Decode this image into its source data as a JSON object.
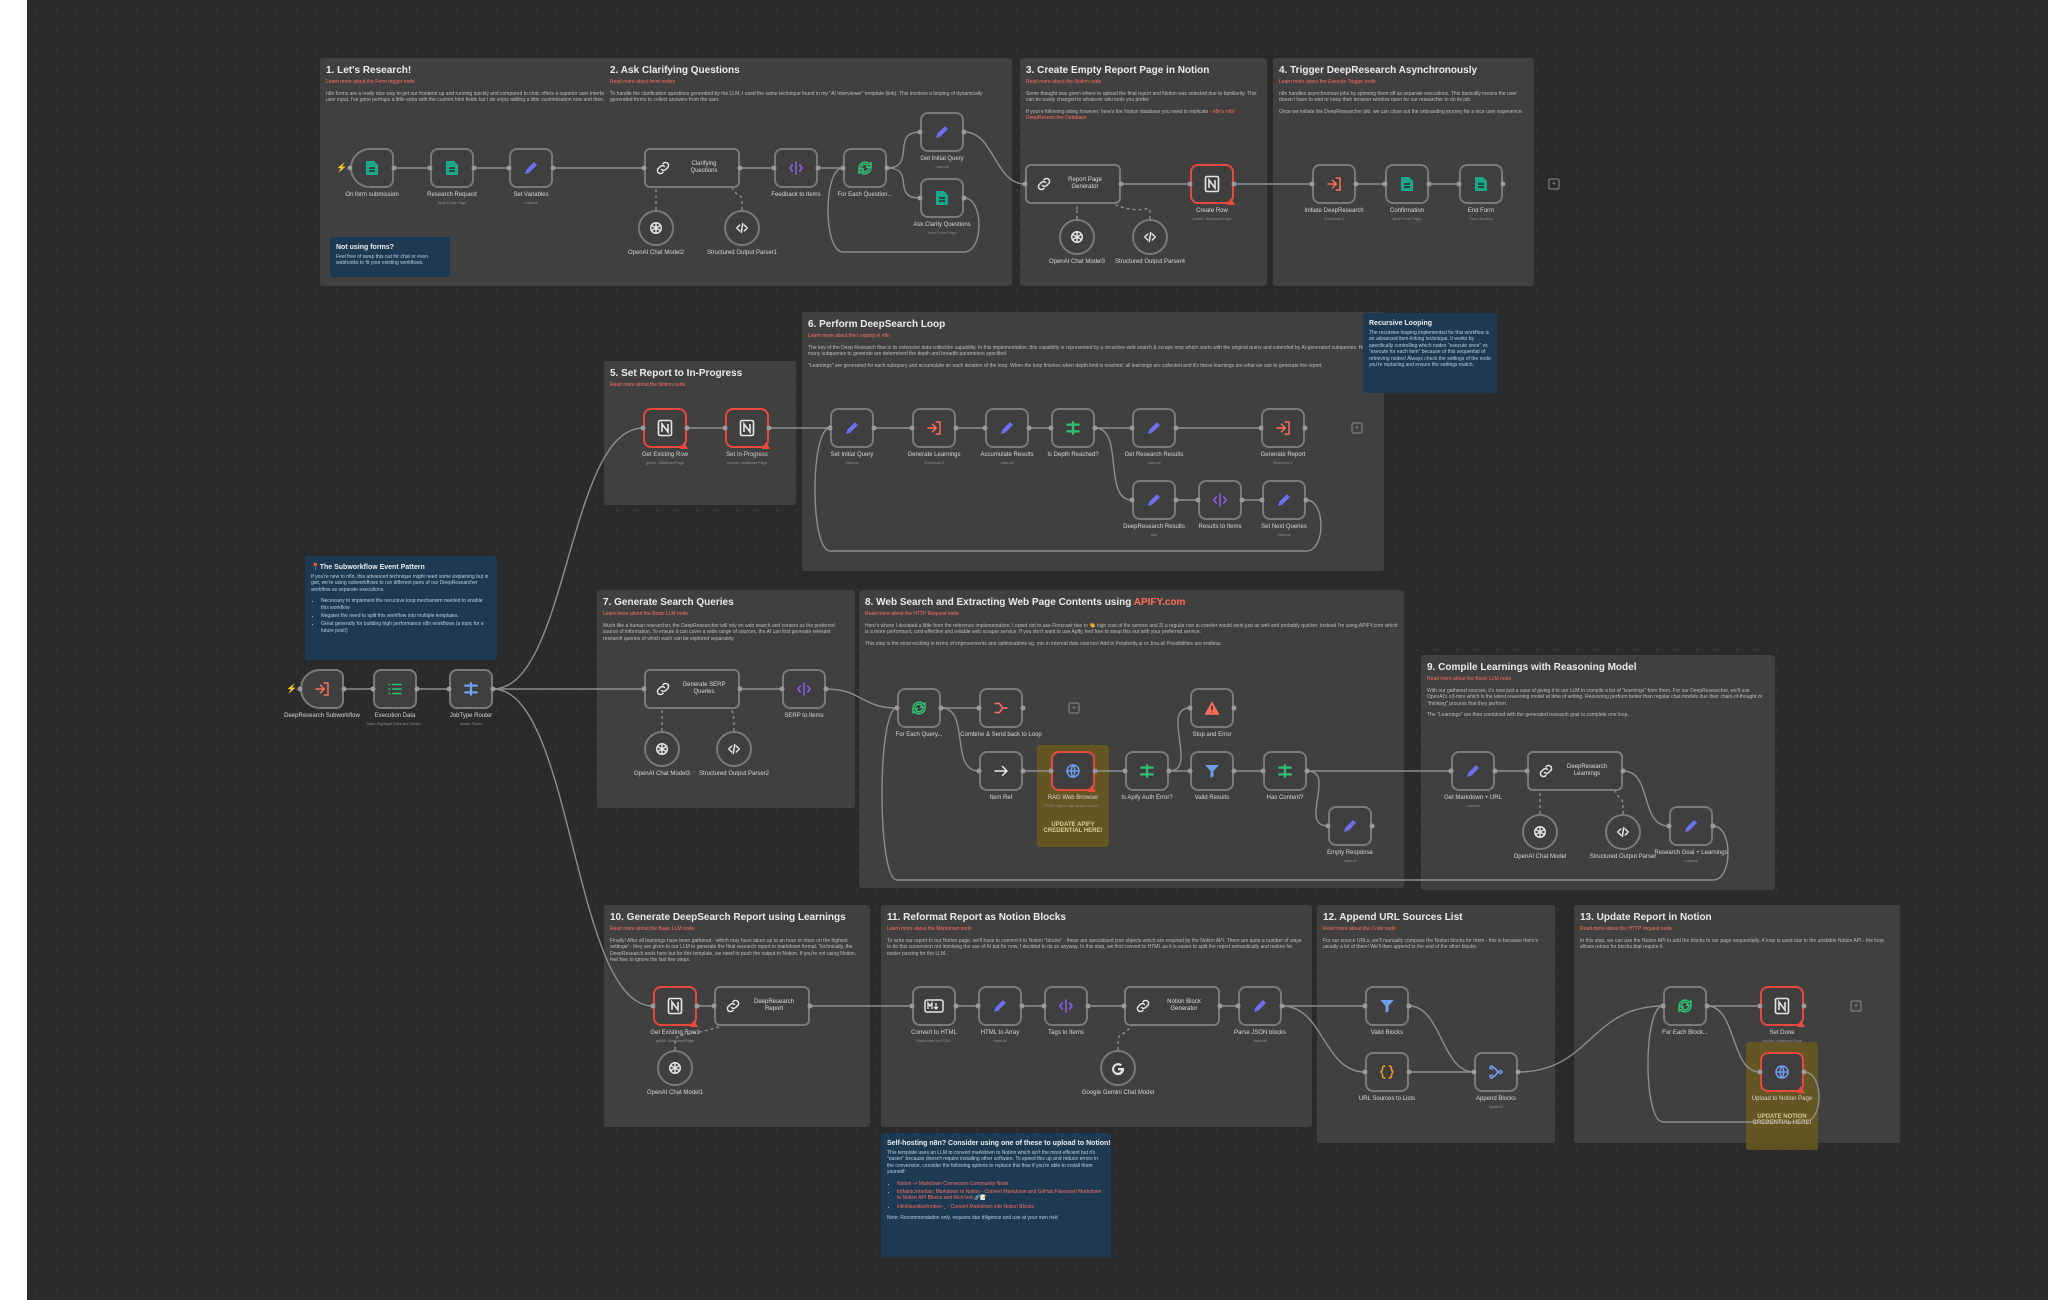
{
  "stickies": {
    "s1": {
      "title": "1. Let's Research!",
      "link": "Learn more about the Form trigger node",
      "body": "n8n forms are a really nice way to get our frontend up and running quickly and compared to chat, offers a superior user interface for user input. I've gone perhaps a little extra with the custom html fields but I do enjoy adding a little customisation now and then."
    },
    "s_forms": {
      "title": "Not using forms?",
      "body": "Feel free of swap this out for chat or even webhooks to fit your existing workflows."
    },
    "s2": {
      "title": "2. Ask Clarifying Questions",
      "link": "Read more about form nodes",
      "body": "To handle the clarification questions generated by the LLM, I used the same technique found in my \"AI Interviewer\" template (link). This involves a looping of dynamically generated forms to collect answers from the user."
    },
    "s3": {
      "title": "3. Create Empty Report Page in Notion",
      "link": "Read more about the Notion node",
      "body": "Some thought was given where to upload the final report and Notion was selected due to familiarity. This can be easily changed to whatever wiki tools you prefer.",
      "body2": "If you're following along however, here's the Notion database you need to replicate - ",
      "body2_link": "n8n's n8n DeepResearcher Database"
    },
    "s4": {
      "title": "4. Trigger DeepResearch Asynchronously",
      "link": "Learn more about the Execute Trigger node",
      "body": "n8n handles asynchronous jobs by spinning them off as separate executions. This basically means the user doesn't have to wait or keep their browser window open for our researcher to do its job.",
      "body2": "Once we initiate the DeepResearcher job, we can close out the onboarding journey for a nice user experience."
    },
    "s5": {
      "title": "5. Set Report to In-Progress",
      "link": "Read more about the Notion node",
      "body": ""
    },
    "s6": {
      "title": "6. Perform DeepSearch Loop",
      "link": "Learn more about the Looping in n8n",
      "body": "The key of the Deep Research flow is its extensive data collection capability. In this implementation, this capability is represented by a recursive web search & scrape loop which starts with the original query and extended by AI-generated subqueries. How many subqueries to generate are determined the depth and breadth parameters specified.",
      "body2": "\"Learnings\" are generated for each subquery and accumulate on each iteration of the loop. When the loop finishes when depth limit is reached, all learnings are collected and it's these learnings are what we use to generate the report."
    },
    "s_rec": {
      "title": "Recursive Looping",
      "body": "The recursive looping implemented for this workflow is an advanced item-linking technique. It works by specifically controlling which nodes \"execute once\" vs \"execute for each item\" because of this sequential of retrieving nodes! Always check the settings of the node you're replacing and ensure the settings match."
    },
    "s_sub": {
      "title": "📍The Subworkflow Event Pattern",
      "body": "If you're new to n8n, this advanced technique might need some explaining but in gist, we're using subworkflows to run different parts of our DeepResearcher workflow as separate executions.",
      "bullets": [
        "Necessary to implement the recursive loop mechanism needed to enable this workflow",
        "Negates the need to split this workflow into multiple templates.",
        "Great generally for building high performance n8n workflows (a topic for a future post!)"
      ]
    },
    "s7": {
      "title": "7. Generate Search Queries",
      "link": "Learn more about the Basic LLM node",
      "body": "Much like a human researcher, the DeepResearcher will rely on web search and content as the preferred source of information. To ensure it can cover a wide range of sources, the AI can first generate relevant research queries of which each can be explored separately."
    },
    "s8": {
      "title_pre": "8. Web Search and Extracting Web Page Contents using ",
      "title_link": "APIFY.com",
      "link": "Read more about the HTTP Request node",
      "body": "Here's where I deviated a little from the reference implementation. I opted not to use Firecrawl due to 🤏 high cost of the service and 2) a regular non ai-crawler would work just as well and probably quicker. Instead I'm using APIFY.com which is a more performant, cost-effective and reliable web scraper service. If you don't want to use Apify, feel free to swap this out with your preferred service.",
      "body2": "This step is the most exciting in terms of improvements and optimisations eg. mix in internal data sources! Add in Perplexity.ai or Jina.ai! Possibilities are endless."
    },
    "s9": {
      "title": "9. Compile Learnings with Reasoning Model",
      "link": "Read more about the Basic LLM node",
      "body": "With our gathered sources, it's now just a case of giving it to our LLM to compile a list of \"learnings\" from them. For our DeepResearcher, we'll use OpenAI's o3-mini which is the latest reasoning model at time of writing. Reasoning perform better than regular chat models due their chain-of-thought or \"thinking\" process that they perform.",
      "body2": "The \"Learnings\" are then combined with the generated research goal to complete one loop."
    },
    "s10": {
      "title": "10. Generate DeepSearch Report using Learnings",
      "link": "Read more about the Basic LLM node",
      "body": "Finally! After all learnings have been gathered - which may have taken up to an hour or more on the highest settings! - they are given to our LLM to generate the final research report in markdown format. Technically, the DeepResearch ends here but for this template, we need to push the output to Notion. If you're not using Notion, feel free to ignore the last few steps."
    },
    "s11": {
      "title": "11. Reformat Report as Notion Blocks",
      "link": "Learn more about the Markdown node",
      "body": "To write our report to our Notion page, we'll have to convert it to Notion \"blocks\" - these are specialised json objects which are required by the Notion API. There are quite a number of ways to do this conversion not involving the use of AI but for now, I decided to do so anyway. In this step, we first convert to HTML as it is easier to split the report semantically and makes for easier parsing for the LLM."
    },
    "s12": {
      "title": "12. Append URL Sources List",
      "link": "Read more about the Code node",
      "body": "For our source URLs, we'll manually compose the Notion blocks for them - this is because there's usually a lot of them! We'll then append to the end of the other blocks."
    },
    "s13": {
      "title": "13. Update Report in Notion",
      "link": "Read more about the HTTP request node",
      "body": "In this step, we can use the Notion API to add the blocks to our page sequentially. A loop is used due to the unstable Notion API - the loop allows retries for blocks that require it."
    },
    "s_self": {
      "title": "Self-hosting n8n? Consider using one of these to upload to Notion!",
      "body": "This template uses an LLM to convert markdown to Notion which isn't the most efficient but it's \"easier\" because doesn't require installing other software. To speed this up and reduce errors in the conversion, consider the following options to replace this flow if you're able to install them yourself:",
      "bullets": [
        "Notion -> Markdown Conversion Community Node",
        "tryfabric/martian: Markdown to Notion - Convert Markdown and GitHub Flavoured Markdown to Notion API Blocks and RichText 🔗📝",
        "infinitisanitize/notion-_ - Convert Markdown into Notion Blocks"
      ],
      "note": "Note: Recommendation only, requires due diligence and use at your own risk!"
    }
  },
  "highlights": {
    "h1": "UPDATE APIFY CREDENTIAL HERE!",
    "h2": "UPDATE NOTION CREDENTIAL HERE!"
  },
  "nodes": [
    {
      "id": "n_form",
      "label": "On form submission",
      "sub": "",
      "icon": "form",
      "color": "#19a589",
      "type": "trigger"
    },
    {
      "id": "n_rr",
      "label": "Research Request",
      "sub": "Next Form Page",
      "icon": "form",
      "color": "#19a589"
    },
    {
      "id": "n_sv",
      "label": "Set Variables",
      "sub": "manual",
      "icon": "pen",
      "color": "#6e6ef0"
    },
    {
      "id": "n_cq",
      "label": "Clarifying Questions",
      "sub": "",
      "icon": "link",
      "color": "#e6e6e6",
      "type": "wide"
    },
    {
      "id": "n_fti",
      "label": "Feedback to Items",
      "sub": "",
      "icon": "split",
      "color": "#8f5cf0"
    },
    {
      "id": "n_feq",
      "label": "For Each Question...",
      "sub": "",
      "icon": "loop",
      "color": "#2fbf71"
    },
    {
      "id": "n_giq",
      "label": "Get Initial Query",
      "sub": "manual",
      "icon": "pen",
      "color": "#6e6ef0"
    },
    {
      "id": "n_acq",
      "label": "Ask Clarity Questions",
      "sub": "Next Form Page",
      "icon": "form",
      "color": "#19a589"
    },
    {
      "id": "n_oai2",
      "label": "OpenAI Chat Model2",
      "sub": "",
      "icon": "openai",
      "color": "#e6e6e6",
      "type": "sub"
    },
    {
      "id": "n_sop",
      "label": "Structured Output Parser1",
      "sub": "",
      "icon": "code",
      "color": "#e6e6e6",
      "type": "sub"
    },
    {
      "id": "n_rpg",
      "label": "Report Page Generator",
      "sub": "",
      "icon": "link",
      "color": "#e6e6e6",
      "type": "wide"
    },
    {
      "id": "n_cr",
      "label": "Create Row",
      "sub": "create: databasePage",
      "icon": "notion",
      "color": "#e6e6e6",
      "type": "err"
    },
    {
      "id": "n_oai3",
      "label": "OpenAI Chat Model3",
      "sub": "",
      "icon": "openai",
      "color": "#e6e6e6",
      "type": "sub"
    },
    {
      "id": "n_sop4",
      "label": "Structured Output Parser4",
      "sub": "",
      "icon": "code",
      "color": "#e6e6e6",
      "type": "sub"
    },
    {
      "id": "n_idr",
      "label": "Initiate DeepResearch",
      "sub": "Workflow 2",
      "icon": "exec",
      "color": "#ff6d5a"
    },
    {
      "id": "n_conf",
      "label": "Confirmation",
      "sub": "Next Form Page",
      "icon": "form",
      "color": "#19a589"
    },
    {
      "id": "n_end",
      "label": "End Form",
      "sub": "Form Ending",
      "icon": "form",
      "color": "#19a589"
    },
    {
      "id": "n_ger",
      "label": "Get Existing Row",
      "sub": "getAll: databasePage",
      "icon": "notion",
      "color": "#e6e6e6",
      "type": "err"
    },
    {
      "id": "n_sip",
      "label": "Set In-Progress",
      "sub": "update: databasePage",
      "icon": "notion",
      "color": "#e6e6e6",
      "type": "err"
    },
    {
      "id": "n_siq",
      "label": "Set Initial Query",
      "sub": "manual",
      "icon": "pen",
      "color": "#6e6ef0"
    },
    {
      "id": "n_gl",
      "label": "Generate Learnings",
      "sub": "Workflow 2",
      "icon": "exec",
      "color": "#ff6d5a"
    },
    {
      "id": "n_ar",
      "label": "Accumulate Results",
      "sub": "manual",
      "icon": "pen",
      "color": "#6e6ef0"
    },
    {
      "id": "n_idrc",
      "label": "Is Depth Reached?",
      "sub": "",
      "icon": "if",
      "color": "#2fbf71"
    },
    {
      "id": "n_grr",
      "label": "Get Research Results",
      "sub": "manual",
      "icon": "pen",
      "color": "#6e6ef0"
    },
    {
      "id": "n_gr",
      "label": "Generate Report",
      "sub": "Workflow 2",
      "icon": "exec",
      "color": "#ff6d5a"
    },
    {
      "id": "n_drr",
      "label": "DeepResearch Results",
      "sub": "aaa",
      "icon": "pen",
      "color": "#6e6ef0"
    },
    {
      "id": "n_rti",
      "label": "Results to Items",
      "sub": "",
      "icon": "split",
      "color": "#8f5cf0"
    },
    {
      "id": "n_snq",
      "label": "Set Next Queries",
      "sub": "manual",
      "icon": "pen",
      "color": "#6e6ef0"
    },
    {
      "id": "n_drs",
      "label": "DeepResearch Subworkflow",
      "sub": "",
      "icon": "exec",
      "color": "#ff6d5a",
      "type": "trigger"
    },
    {
      "id": "n_ed",
      "label": "Execution Data",
      "sub": "Save Highlight Data (for Searc...",
      "icon": "list",
      "color": "#2fbf71"
    },
    {
      "id": "n_jtr",
      "label": "JobType Router",
      "sub": "mode: Rules",
      "icon": "if",
      "color": "#6e9ef0"
    },
    {
      "id": "n_gsq",
      "label": "Generate SERP Queries",
      "sub": "",
      "icon": "link",
      "color": "#e6e6e6",
      "type": "wide"
    },
    {
      "id": "n_sti",
      "label": "SERP to Items",
      "sub": "",
      "icon": "split",
      "color": "#8f5cf0"
    },
    {
      "id": "n_oai4",
      "label": "OpenAI Chat Model3",
      "sub": "",
      "icon": "openai",
      "color": "#e6e6e6",
      "type": "sub"
    },
    {
      "id": "n_sop2",
      "label": "Structured Output Parser2",
      "sub": "",
      "icon": "code",
      "color": "#e6e6e6",
      "type": "sub"
    },
    {
      "id": "n_feqy",
      "label": "For Each Query...",
      "sub": "",
      "icon": "loop",
      "color": "#2fbf71"
    },
    {
      "id": "n_csb",
      "label": "Combine & Send back to Loop",
      "sub": "",
      "icon": "merge",
      "color": "#ff6d5a"
    },
    {
      "id": "n_iref",
      "label": "Item Ref",
      "sub": "",
      "icon": "arrow",
      "color": "#e6e6e6"
    },
    {
      "id": "n_rag",
      "label": "RAG Web Browser",
      "sub": "POST: https://api.apify.com/v2/...",
      "icon": "globe",
      "color": "#6e9ef0",
      "type": "err"
    },
    {
      "id": "n_iaae",
      "label": "Is Apify Auth Error?",
      "sub": "",
      "icon": "if",
      "color": "#2fbf71"
    },
    {
      "id": "n_vr",
      "label": "Valid Results",
      "sub": "",
      "icon": "filter",
      "color": "#6e9ef0"
    },
    {
      "id": "n_sae",
      "label": "Stop and Error",
      "sub": "",
      "icon": "alert",
      "color": "#ff6d5a"
    },
    {
      "id": "n_hc",
      "label": "Has Content?",
      "sub": "",
      "icon": "if",
      "color": "#2fbf71"
    },
    {
      "id": "n_er",
      "label": "Empty Response",
      "sub": "manual",
      "icon": "pen",
      "color": "#6e6ef0"
    },
    {
      "id": "n_gmu",
      "label": "Get Markdown + URL",
      "sub": "manual",
      "icon": "pen",
      "color": "#6e6ef0"
    },
    {
      "id": "n_drl",
      "label": "DeepResearch Learnings",
      "sub": "",
      "icon": "link",
      "color": "#e6e6e6",
      "type": "wide"
    },
    {
      "id": "n_oaim",
      "label": "OpenAI Chat Model",
      "sub": "",
      "icon": "openai",
      "color": "#e6e6e6",
      "type": "sub"
    },
    {
      "id": "n_sopp",
      "label": "Structured Output Parser",
      "sub": "",
      "icon": "code",
      "color": "#e6e6e6",
      "type": "sub"
    },
    {
      "id": "n_rgl",
      "label": "Research Goal + Learnings",
      "sub": "manual",
      "icon": "pen",
      "color": "#6e6ef0"
    },
    {
      "id": "n_ger1",
      "label": "Get Existing Row1",
      "sub": "getAll: databasePage",
      "icon": "notion",
      "color": "#e6e6e6",
      "type": "err"
    },
    {
      "id": "n_drep",
      "label": "DeepResearch Report",
      "sub": "",
      "icon": "link",
      "color": "#e6e6e6",
      "type": "wide"
    },
    {
      "id": "n_oai1",
      "label": "OpenAI Chat Model1",
      "sub": "",
      "icon": "openai",
      "color": "#e6e6e6",
      "type": "sub"
    },
    {
      "id": "n_cth",
      "label": "Convert to HTML",
      "sub": "Markdown to HTML",
      "icon": "md",
      "color": "#e6e6e6"
    },
    {
      "id": "n_hta",
      "label": "HTML to Array",
      "sub": "manual",
      "icon": "pen",
      "color": "#6e6ef0"
    },
    {
      "id": "n_tti",
      "label": "Tags to Items",
      "sub": "",
      "icon": "split",
      "color": "#8f5cf0"
    },
    {
      "id": "n_nbg",
      "label": "Notion Block Generator",
      "sub": "",
      "icon": "link",
      "color": "#e6e6e6",
      "type": "wide"
    },
    {
      "id": "n_ggcm",
      "label": "Google Gemini Chat Model",
      "sub": "",
      "icon": "google",
      "color": "#e6e6e6",
      "type": "sub"
    },
    {
      "id": "n_pjb",
      "label": "Parse JSON blocks",
      "sub": "manual",
      "icon": "pen",
      "color": "#6e6ef0"
    },
    {
      "id": "n_vb",
      "label": "Valid Blocks",
      "sub": "",
      "icon": "filter",
      "color": "#6e9ef0"
    },
    {
      "id": "n_usl",
      "label": "URL Sources to Lists",
      "sub": "",
      "icon": "codebrace",
      "color": "#f0a020"
    },
    {
      "id": "n_ab",
      "label": "Append Blocks",
      "sub": "append",
      "icon": "merge2",
      "color": "#6e9ef0"
    },
    {
      "id": "n_feb",
      "label": "For Each Block...",
      "sub": "",
      "icon": "loop",
      "color": "#2fbf71"
    },
    {
      "id": "n_sd",
      "label": "Set Done",
      "sub": "update: databasePage",
      "icon": "notion",
      "color": "#e6e6e6",
      "type": "err"
    },
    {
      "id": "n_utnp",
      "label": "Upload to Notion Page",
      "sub": "",
      "icon": "globe",
      "color": "#6e9ef0",
      "type": "err"
    }
  ]
}
